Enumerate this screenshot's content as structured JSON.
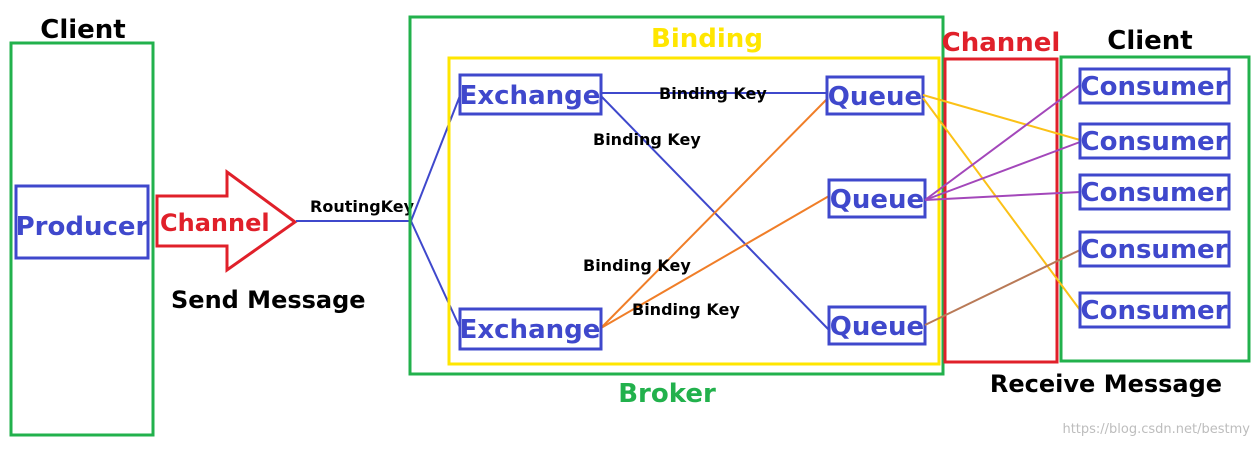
{
  "colors": {
    "client_border": "#22b14c",
    "broker_border": "#22b14c",
    "binding_border": "#ffe600",
    "channel_red": "#e0202a",
    "node_blue": "#3f48cc",
    "line_orange": "#f07e28",
    "line_yellow": "#fbc117",
    "line_purple": "#a347ba",
    "line_brown": "#b97a57",
    "label_yellow": "#ffe600",
    "label_green": "#22b14c",
    "watermark": "#bdbdbd"
  },
  "left_client": {
    "title": "Client",
    "producer": "Producer"
  },
  "channel_arrow": {
    "label": "Channel",
    "caption": "Send Message"
  },
  "routing_key": "RoutingKey",
  "broker": {
    "label": "Broker"
  },
  "binding": {
    "label": "Binding"
  },
  "exchanges": [
    "Exchange",
    "Exchange"
  ],
  "queues": [
    "Queue",
    "Queue",
    "Queue"
  ],
  "binding_keys": [
    "Binding Key",
    "Binding Key",
    "Binding Key",
    "Binding Key"
  ],
  "channel_box": {
    "label": "Channel"
  },
  "right_client": {
    "title": "Client",
    "consumers": [
      "Consumer",
      "Consumer",
      "Consumer",
      "Consumer",
      "Consumer"
    ],
    "caption": "Receive Message"
  },
  "watermark": "https://blog.csdn.net/bestmy"
}
